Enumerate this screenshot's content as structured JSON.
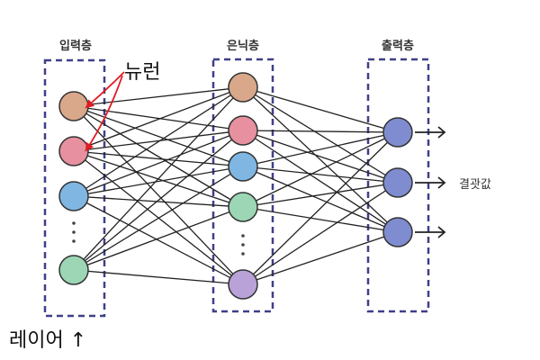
{
  "layers": {
    "input": {
      "label": "입력층",
      "nodes": [
        {
          "color": "#D9A88A"
        },
        {
          "color": "#E7909F"
        },
        {
          "color": "#7FB6E2"
        },
        {
          "color": "#9CD6B4"
        }
      ]
    },
    "hidden": {
      "label": "은닉층",
      "nodes": [
        {
          "color": "#D9A88A"
        },
        {
          "color": "#E7909F"
        },
        {
          "color": "#7FB6E2"
        },
        {
          "color": "#9CD6B4"
        },
        {
          "color": "#B9A2D8"
        }
      ]
    },
    "output": {
      "label": "출력층",
      "nodes": [
        {
          "color": "#7F8CD0"
        },
        {
          "color": "#7F8CD0"
        },
        {
          "color": "#7F8CD0"
        }
      ]
    }
  },
  "annotations": {
    "neuron": "뉴런",
    "layer": "레이어 ↑"
  },
  "output_text": "결괏값",
  "colors": {
    "box_border": "#3F3F8A",
    "edge": "#222222",
    "arrow_red": "#E11B22",
    "node_stroke": "#333333"
  }
}
